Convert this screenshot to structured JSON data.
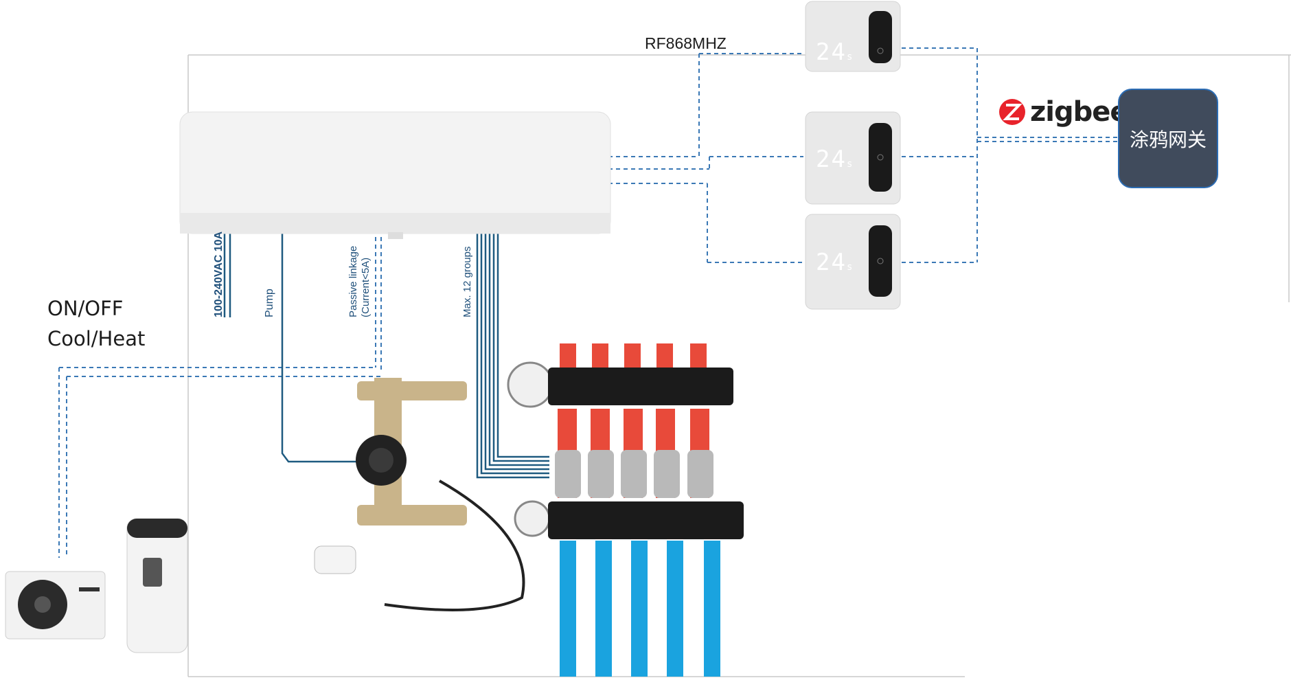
{
  "labels": {
    "rf": "RF868MHZ",
    "on_off": "ON/OFF",
    "cool_heat": "Cool/Heat",
    "power": "100-240VAC 10A",
    "pump": "Pump",
    "passive_line1": "Passive linkage",
    "passive_line2": "(Current<5A)",
    "groups": "Max. 12 groups"
  },
  "zigbee": {
    "brand": "zigbee",
    "logo_letter": "Z"
  },
  "gateway": {
    "label": "涂鸦网关"
  },
  "thermostats": [
    {
      "reading": "24",
      "unit": "s"
    },
    {
      "reading": "24",
      "unit": "s"
    },
    {
      "reading": "24",
      "unit": "s"
    }
  ],
  "colors": {
    "dashed_line": "#3a78b5",
    "wire": "#1e5a80",
    "manifold_red": "#e84a3a",
    "pipe_blue": "#1aa3df",
    "gateway_fill": "#404b5c",
    "zigbee_red": "#e8232b"
  },
  "icons": [
    "zigbee-logo-icon",
    "thermostat-icon",
    "pump-icon",
    "heat-pump-icon",
    "water-tank-icon",
    "manifold-icon"
  ]
}
